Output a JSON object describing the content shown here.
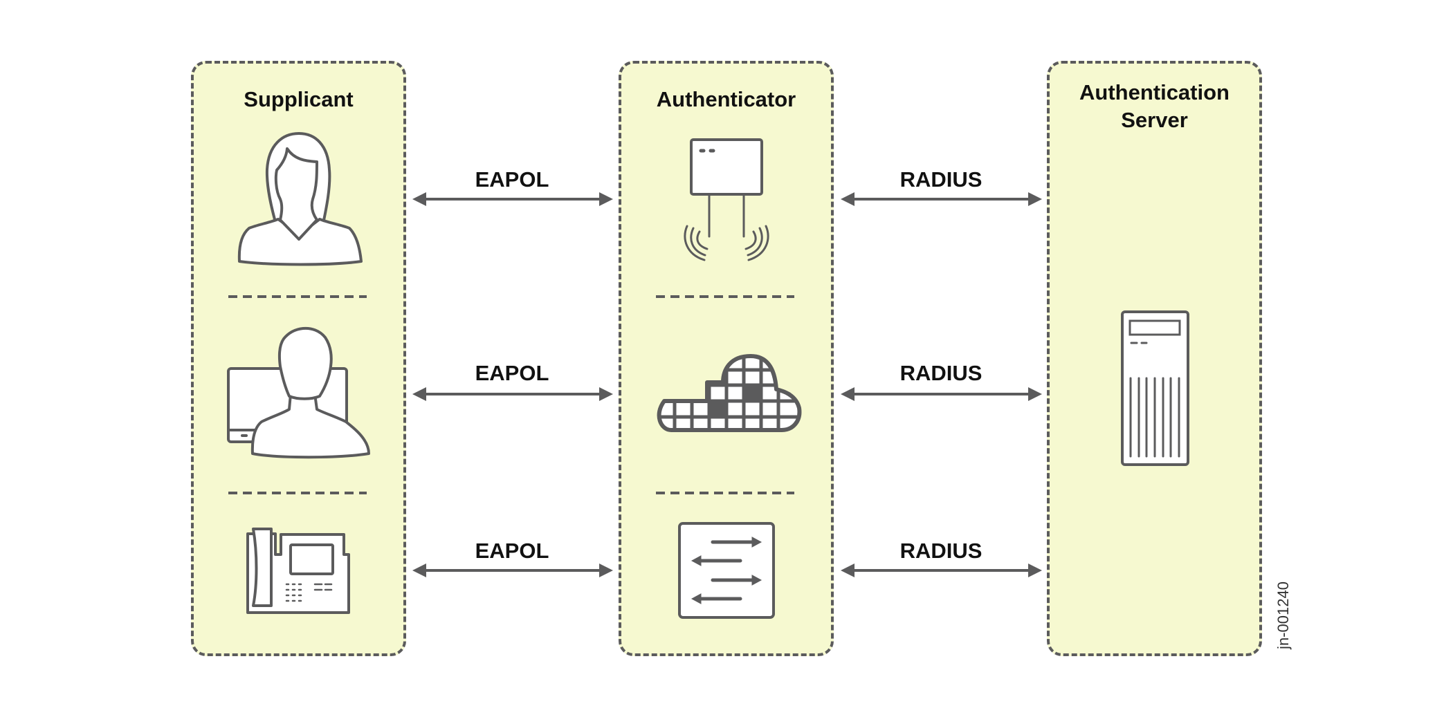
{
  "columns": [
    {
      "id": "supplicant",
      "title_lines": [
        "Supplicant"
      ],
      "icons": [
        "woman-user-icon",
        "user-at-computer-icon",
        "ip-phone-icon"
      ]
    },
    {
      "id": "authenticator",
      "title_lines": [
        "Authenticator"
      ],
      "icons": [
        "wireless-access-point-icon",
        "cloud-network-icon",
        "switch-icon"
      ]
    },
    {
      "id": "authentication-server",
      "title_lines": [
        "Authentication",
        "Server"
      ],
      "icons": [
        "server-tower-icon"
      ]
    }
  ],
  "links": {
    "left": [
      "EAPOL",
      "EAPOL",
      "EAPOL"
    ],
    "right": [
      "RADIUS",
      "RADIUS",
      "RADIUS"
    ]
  },
  "watermark": "jn-001240",
  "colors": {
    "box_fill": "#f6f9d0",
    "stroke": "#5b5b5c",
    "text": "#111111"
  }
}
